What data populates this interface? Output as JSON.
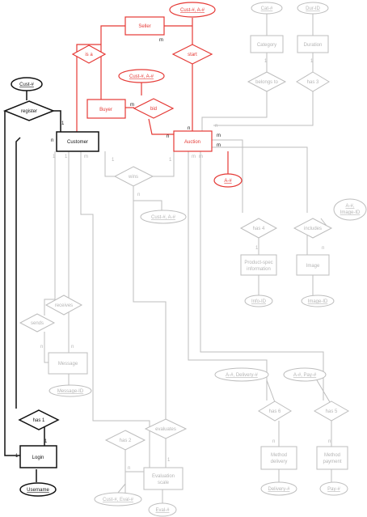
{
  "entities": {
    "seller": "Seller",
    "buyer": "Buyer",
    "auction": "Auction",
    "customer": "Customer",
    "category": "Category",
    "duration": "Duration",
    "product_spec_1": "Product-spec",
    "product_spec_2": "information",
    "image": "Image",
    "message": "Message",
    "method_delivery_1": "Method",
    "method_delivery_2": "delivery",
    "method_payment_1": "Method",
    "method_payment_2": "payment",
    "evaluation_1": "Evaluation",
    "evaluation_2": "scale",
    "login": "Login"
  },
  "relationships": {
    "is_a": "is a",
    "start": "start",
    "bid": "bid",
    "register": "register",
    "wins": "wins",
    "belongs_to": "belongs to",
    "has_3": "has 3",
    "has_4": "has 4",
    "includes": "includes",
    "receives": "receives",
    "sends": "sends",
    "has_1": "has 1",
    "has_6": "has 6",
    "has_5": "has 5",
    "has_2": "has 2",
    "evaluates": "evaluates"
  },
  "attributes": {
    "cust_a_top": "Cust-#, A-#",
    "cust_a_bid": "Cust-#, A-#",
    "cust_top": "Cust-#",
    "cat": "Cat-#",
    "dur": "Dur-ID",
    "a_num": "A-#",
    "cust_a_wins": "Cust-#, A-#",
    "a_image_1": "A-#,",
    "a_image_2": "Image-ID",
    "info": "Info-ID",
    "image_id": "Image-ID",
    "message_id": "Message-ID",
    "a_delivery": "A-#, Delivery-#",
    "a_pay": "A-#, Pay-#",
    "delivery": "Delivery-#",
    "pay": "Pay-#",
    "cust_eval": "Cust-#, Eval-#",
    "eval": "Eval-#",
    "username": "Username"
  },
  "cardinalities": {
    "m": "m",
    "n": "n",
    "one": "1"
  },
  "colors": {
    "black": "#111111",
    "red": "#e53935",
    "gray": "#bdbdbd"
  }
}
